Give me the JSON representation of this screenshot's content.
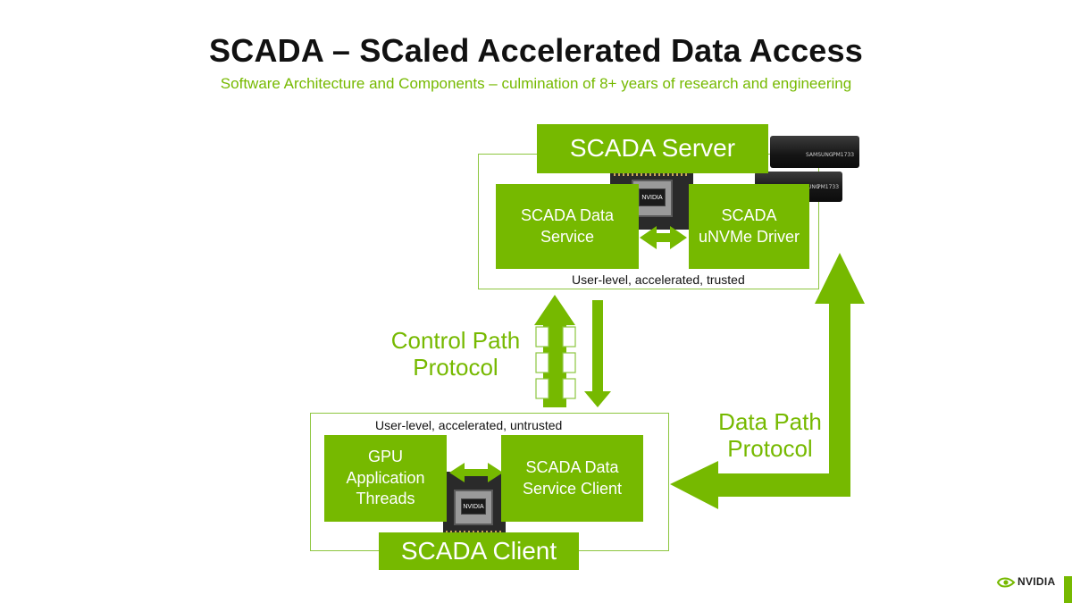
{
  "title": "SCADA – SCaled Accelerated Data Access",
  "subtitle": "Software Architecture and Components – culmination of 8+ years of research and engineering",
  "server": {
    "label": "SCADA Server",
    "data_service": "SCADA Data Service",
    "driver": "SCADA uNVMe Driver",
    "note": "User-level, accelerated, trusted"
  },
  "client": {
    "label": "SCADA Client",
    "gpu_threads": "GPU Application Threads",
    "service_client": "SCADA Data Service Client",
    "note": "User-level, accelerated, untrusted"
  },
  "control_path": "Control Path Protocol",
  "data_path": "Data Path Protocol",
  "chip_badge": "NVIDIA",
  "logo": "NVIDIA",
  "colors": {
    "accent": "#76b900",
    "text": "#111111"
  },
  "icons": [
    "gpu-chip-icon",
    "ssd-icon",
    "nvidia-logo-icon"
  ]
}
